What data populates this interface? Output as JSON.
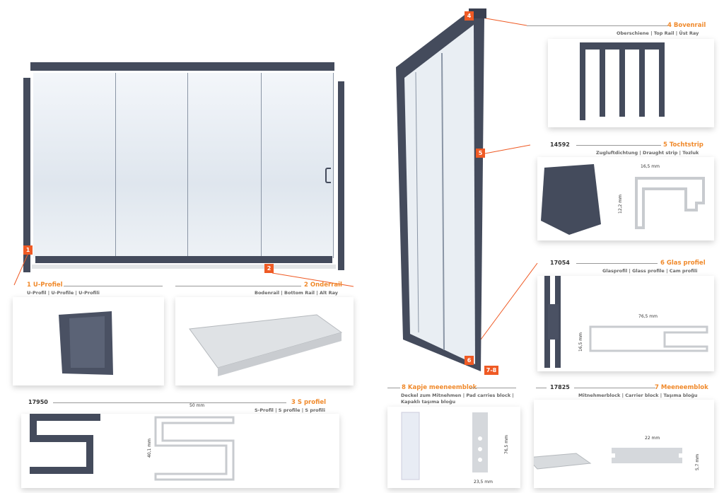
{
  "callouts": [
    {
      "num": "1",
      "title": "1 U-Profiel",
      "subtitle": "U-Profil | U-Profile | U-Profili"
    },
    {
      "num": "2",
      "title": "2 Onderrail",
      "subtitle": "Bodenrail | Bottom Rail | Alt Ray"
    },
    {
      "title": "3 S profiel",
      "code": "17950",
      "subtitle": "S-Profil | S profile | S profili",
      "dims": [
        "50 mm",
        "40,1 mm"
      ]
    },
    {
      "num": "4",
      "title": "4 Bovenrail",
      "subtitle": "Oberschiene | Top Rail | Üst Ray"
    },
    {
      "num": "5",
      "title": "5 Tochtstrip",
      "code": "14592",
      "subtitle": "Zugluftdichtung | Draught strip | Tozluk",
      "dims": [
        "16,5 mm",
        "12,2 mm"
      ]
    },
    {
      "num": "6",
      "title": "6 Glas profiel",
      "code": "17054",
      "subtitle": "Glasprofil | Glass profile | Cam profili",
      "dims": [
        "76,5 mm",
        "16,5 mm"
      ]
    },
    {
      "num": "7-8",
      "title": "7 Meeneemblok",
      "code": "17825",
      "subtitle": "Mitnehmerblock | Carrier block | Taşıma bloğu",
      "dims": [
        "22 mm",
        "5,7 mm"
      ]
    },
    {
      "title": "8 Kapje meeneemblok",
      "subtitle": "Deckel zum Mitnehmen | Pad carries block |",
      "subtitle2": "Kapaklı taşıma bloğu",
      "dims": [
        "76,5 mm",
        "23,5 mm"
      ]
    }
  ],
  "colors": {
    "accent": "#ef5a24",
    "title": "#f08a2c",
    "profile": "#444b5c"
  }
}
